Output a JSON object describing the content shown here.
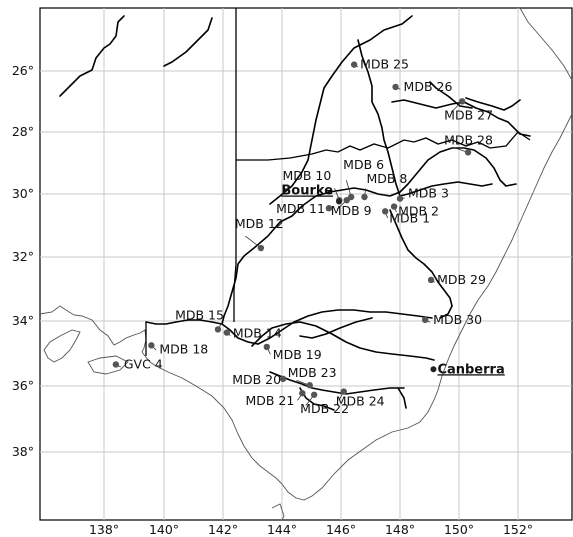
{
  "map": {
    "lon_ticks": [
      "138°",
      "140°",
      "142°",
      "144°",
      "146°",
      "148°",
      "150°",
      "152°"
    ],
    "lat_ticks": [
      "26°",
      "28°",
      "30°",
      "32°",
      "34°",
      "36°",
      "38°"
    ],
    "cities": [
      {
        "name": "Bourke",
        "lon": 145.94,
        "lat": -30.09
      },
      {
        "name": "Canberra",
        "lon": 149.13,
        "lat": -35.35
      }
    ],
    "sites": [
      {
        "name": "MDB 1",
        "lon": 147.5,
        "lat": -30.4
      },
      {
        "name": "MDB 2",
        "lon": 147.8,
        "lat": -30.25
      },
      {
        "name": "MDB 3",
        "lon": 148.0,
        "lat": -30.0
      },
      {
        "name": "MDB 6",
        "lon": 146.35,
        "lat": -29.95
      },
      {
        "name": "MDB 8",
        "lon": 146.8,
        "lat": -29.95
      },
      {
        "name": "MDB 9",
        "lon": 146.2,
        "lat": -30.05
      },
      {
        "name": "MDB 10",
        "lon": 145.95,
        "lat": -30.05
      },
      {
        "name": "MDB 11",
        "lon": 145.6,
        "lat": -30.3
      },
      {
        "name": "MDB 12",
        "lon": 143.3,
        "lat": -31.55
      },
      {
        "name": "MDB 14",
        "lon": 142.15,
        "lat": -34.2
      },
      {
        "name": "MDB 15",
        "lon": 141.85,
        "lat": -34.1
      },
      {
        "name": "MDB 18",
        "lon": 139.6,
        "lat": -34.6
      },
      {
        "name": "MDB 19",
        "lon": 143.5,
        "lat": -34.65
      },
      {
        "name": "MDB 20",
        "lon": 144.05,
        "lat": -35.65
      },
      {
        "name": "MDB 21",
        "lon": 144.7,
        "lat": -36.1
      },
      {
        "name": "MDB 22",
        "lon": 145.1,
        "lat": -36.15
      },
      {
        "name": "MDB 23",
        "lon": 144.95,
        "lat": -35.85
      },
      {
        "name": "MDB 24",
        "lon": 146.1,
        "lat": -36.05
      },
      {
        "name": "MDB 25",
        "lon": 146.45,
        "lat": -25.8
      },
      {
        "name": "MDB 26",
        "lon": 147.85,
        "lat": -26.5
      },
      {
        "name": "MDB 27",
        "lon": 150.1,
        "lat": -26.95
      },
      {
        "name": "MDB 28",
        "lon": 150.3,
        "lat": -28.55
      },
      {
        "name": "MDB 29",
        "lon": 149.05,
        "lat": -32.55
      },
      {
        "name": "MDB 30",
        "lon": 148.85,
        "lat": -33.8
      },
      {
        "name": "GVC 4",
        "lon": 138.4,
        "lat": -35.2
      }
    ]
  }
}
